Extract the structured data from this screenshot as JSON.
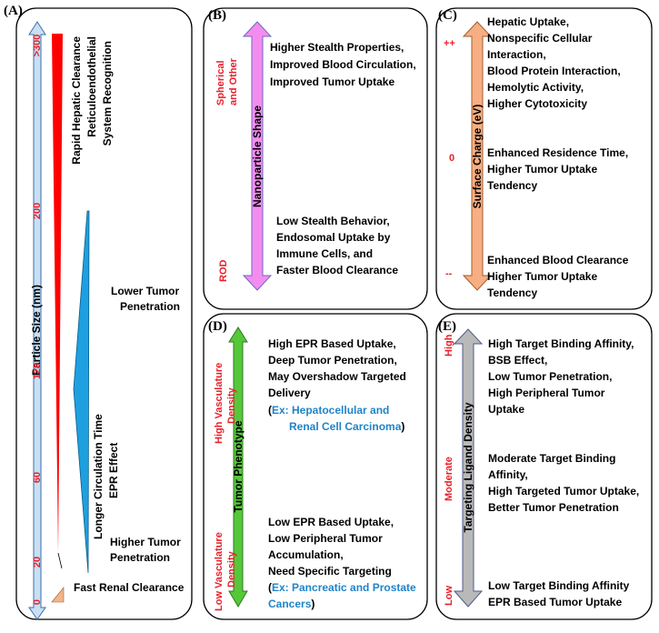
{
  "panelA": {
    "label": "(A)",
    "axis_title": "Particle Size (nm)",
    "ticks": [
      "0",
      "20",
      "60",
      "120",
      "200",
      ">300"
    ],
    "rapid": [
      "Rapid Hepatic Clearance",
      "Reticuloendothelial",
      "System Recognition"
    ],
    "lower": [
      "Lower Tumor",
      "Penetration"
    ],
    "longer": [
      "Longer Circulation Time",
      "EPR Effect"
    ],
    "higher": [
      "Higher Tumor",
      "Penetration"
    ],
    "fast": "Fast Renal Clearance",
    "colors": {
      "axis": "#c9dff3",
      "red_wedge": "#ff0000",
      "blue_wedge": "#1ea0e0",
      "orange_wedge": "#f5b48a"
    }
  },
  "panelB": {
    "label": "(B)",
    "axis_title": "Nanoparticle Shape",
    "top_label": [
      "Spherical",
      "and Other"
    ],
    "bottom_label": "ROD",
    "top_text": [
      "Higher Stealth Properties,",
      "Improved Blood Circulation,",
      "Improved Tumor Uptake"
    ],
    "bottom_text": [
      "Low Stealth Behavior,",
      "Endosomal Uptake by",
      "Immune Cells, and",
      "Faster Blood Clearance"
    ],
    "color": "#f48cf0"
  },
  "panelC": {
    "label": "(C)",
    "axis_title": "Surface Charge (eV)",
    "marks": [
      "++",
      "0",
      "--"
    ],
    "top_text": [
      "Hepatic Uptake,",
      "Nonspecific Cellular",
      "Interaction,",
      "Blood Protein Interaction,",
      "Hemolytic Activity,",
      "Higher Cytotoxicity"
    ],
    "mid_text": [
      "Enhanced Residence Time,",
      "Higher Tumor Uptake",
      "Tendency"
    ],
    "bottom_text": [
      "Enhanced Blood Clearance",
      "Higher Tumor Uptake",
      "Tendency"
    ],
    "color": "#f7ae82"
  },
  "panelD": {
    "label": "(D)",
    "axis_title": "Tumor Phenotype",
    "top_label": [
      "High Vasculature",
      "Density"
    ],
    "bottom_label": [
      "Low Vasculature",
      "Density"
    ],
    "top_text": [
      "High EPR Based Uptake,",
      "Deep Tumor Penetration,",
      "May Overshadow Targeted",
      "Delivery"
    ],
    "top_example_open": "(",
    "top_example": [
      "Ex: Hepatocellular and",
      "Renal Cell Carcinoma"
    ],
    "top_example_close": ")",
    "bottom_text": [
      "Low EPR Based Uptake,",
      "Low Peripheral Tumor",
      "Accumulation,",
      "Need Specific Targeting"
    ],
    "bottom_example_open": "(",
    "bottom_example": [
      "Ex: Pancreatic and Prostate",
      "Cancers"
    ],
    "bottom_example_close": ")",
    "color": "#55c83a"
  },
  "panelE": {
    "label": "(E)",
    "axis_title": "Targeting Ligand Density",
    "marks": [
      "High",
      "Moderate",
      "Low"
    ],
    "top_text": [
      "High Target Binding Affinity,",
      "BSB Effect,",
      "Low Tumor Penetration,",
      "High Peripheral Tumor",
      "Uptake"
    ],
    "mid_text": [
      "Moderate Target Binding",
      "Affinity,",
      "High Targeted Tumor Uptake,",
      "Better Tumor Penetration"
    ],
    "bottom_text": [
      "Low Target Binding Affinity",
      "EPR Based Tumor Uptake"
    ],
    "color": "#b9b9b9"
  }
}
